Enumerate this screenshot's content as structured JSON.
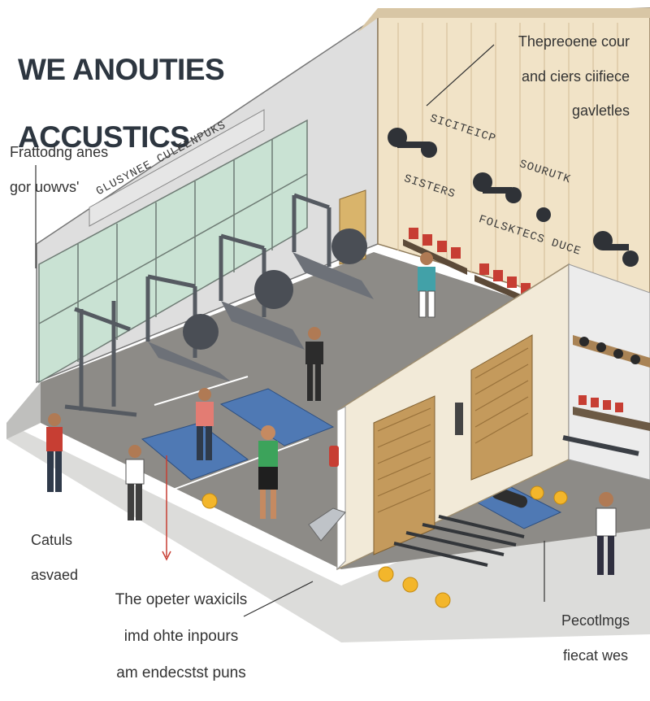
{
  "title": {
    "line1": "WE ANOUTIES",
    "line2": "ACCUSTICS"
  },
  "callouts": {
    "top_right": {
      "line1": "Thepreoene cour",
      "line2": "and ciers ciifiece",
      "line3": "gavletles"
    },
    "left_upper": {
      "line1": "Frattodng anes",
      "line2": "gor uowvs'"
    },
    "left_lower": {
      "line1": "Catuls",
      "line2": "asvaed"
    },
    "bottom_center": {
      "line1": "The opeter waxicils",
      "line2": "imd ohte inpours",
      "line3": "am endecstst puns"
    },
    "bottom_right": {
      "line1": "Pecotlmgs",
      "line2": "fiecat wes"
    }
  },
  "wall_signs": {
    "window_banner": "GLUSYNEE CULEENPUKS",
    "sign_1": "SICITEICP",
    "sign_2": "SOURUTK",
    "sign_3": "SISTERS",
    "sign_4": "FOLSKTECS DUCE"
  },
  "colors": {
    "wood_wall": "#f1e3c7",
    "floor": "#8d8b87",
    "window_glass": "#c9e2d3",
    "mat_blue": "#4f79b4",
    "equipment": "#61656c",
    "accent_red": "#c73e33",
    "ball_yellow": "#f3b62b"
  }
}
